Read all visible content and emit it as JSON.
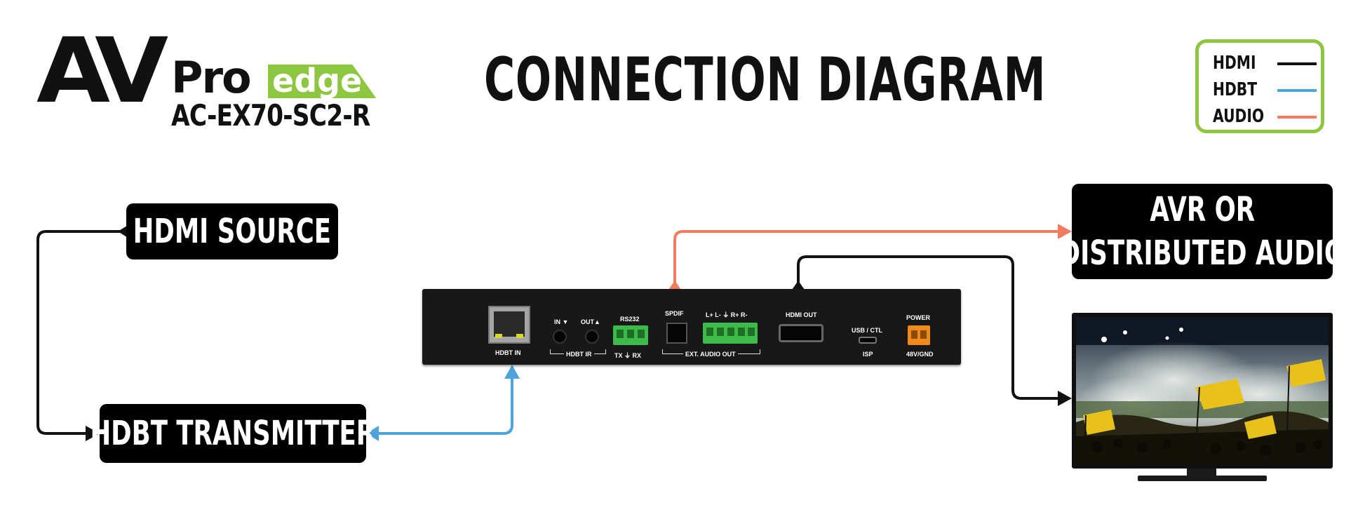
{
  "logo": {
    "brand_av": "AV",
    "brand_pro": "Pro",
    "brand_edge": "edge",
    "model": "AC-EX70-SC2-R"
  },
  "title": "CONNECTION DIAGRAM",
  "legend": [
    {
      "label": "HDMI",
      "color": "#111111"
    },
    {
      "label": "HDBT",
      "color": "#4fa3dc"
    },
    {
      "label": "AUDIO",
      "color": "#f27c60"
    }
  ],
  "nodes": {
    "hdmi_source": "HDMI SOURCE",
    "hdbt_transmitter": "HDBT TRANSMITTER",
    "avr_line1": "AVR OR",
    "avr_line2": "DISTRIBUTED AUDIO"
  },
  "device_ports": {
    "hdbt_in": "HDBT IN",
    "ir_in": "IN",
    "ir_out": "OUT",
    "hdbt_ir": "HDBT IR",
    "rs232": "RS232",
    "rs232_pins": "TX ⏚ RX",
    "spdif": "SPDIF",
    "audio_pins": "L+ L- ⏚ R+ R-",
    "ext_audio_out": "EXT. AUDIO OUT",
    "hdmi_out": "HDMI OUT",
    "usb": "USB / CTL",
    "isp": "ISP",
    "power": "POWER",
    "power_pins": "48V/GND"
  },
  "colors": {
    "hdmi_line": "#111111",
    "hdbt_line": "#4fa3dc",
    "audio_line": "#f27c60",
    "accent_green": "#8dc63f",
    "terminal_green": "#3dbb4a",
    "power_orange": "#f08a1c"
  }
}
